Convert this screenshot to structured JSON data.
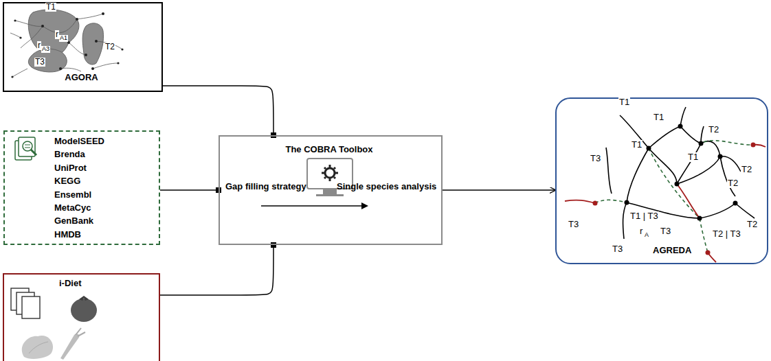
{
  "diagram": {
    "nodes": [
      {
        "text": [
          "AGORA"
        ]
      },
      {
        "text": [
          "ModelSEED",
          "Brenda",
          "UniProt",
          "KEGG",
          "Ensembl",
          "MetaCyc",
          "GenBank",
          "HMDB"
        ]
      },
      {
        "text": [
          "i-Diet"
        ]
      },
      {
        "text": [
          "The COBRA Toolbox",
          "Gap filling strategy",
          "Single species analysis"
        ]
      },
      {
        "text": [
          "AGREDA"
        ]
      }
    ],
    "edges": [
      {
        "from": 0,
        "to": 3,
        "arrow": "none"
      },
      {
        "from": 1,
        "to": 3,
        "arrow": "none"
      },
      {
        "from": 2,
        "to": 3,
        "arrow": "none"
      },
      {
        "from": 3,
        "to": 4,
        "arrow": "to"
      }
    ],
    "labels": [
      "T1",
      "r",
      "A1",
      "T2",
      "r",
      "A3",
      "T3",
      "T1",
      "T1",
      "T1",
      "T1",
      "T2",
      "T2",
      "T3",
      "T2",
      "T3",
      "T1 | T3",
      "T3",
      "T2",
      "T3",
      "T2 | T3",
      "r",
      "A"
    ]
  }
}
